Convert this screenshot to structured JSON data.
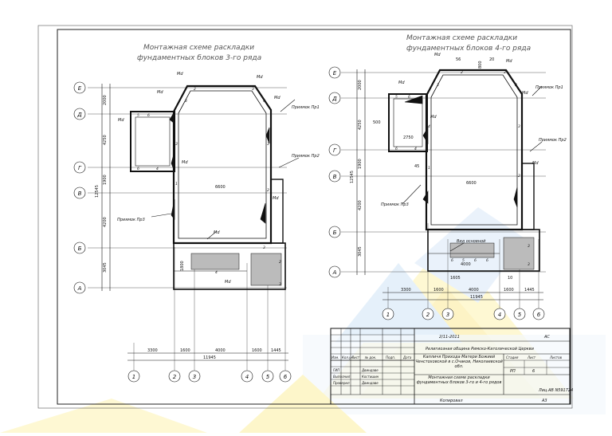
{
  "sheet": {
    "left_title_line1": "Монтажная схеме раскладки",
    "left_title_line2": "фундаментных блоков 3-го ряда",
    "right_title_line1": "Монтажная схеме раскладки",
    "right_title_line2": "фундаментных блоков 4-го ряда"
  },
  "plan3": {
    "axes_letters": [
      "Е",
      "Д",
      "Г",
      "В",
      "Б",
      "А"
    ],
    "axes_numbers": [
      "1",
      "2",
      "3",
      "4",
      "5",
      "6"
    ],
    "vertical_dims": [
      "2000",
      "4250",
      "1900",
      "4200",
      "3045"
    ],
    "side_dim": "12545",
    "bottom_dims": [
      "3300",
      "1600",
      "4000",
      "1600",
      "1445"
    ],
    "total_dim": "11945",
    "inner_dim": "6600",
    "small_dim": "1800",
    "labels": {
      "md": "Мd",
      "pr1": "Приямок Пр1",
      "pr2": "Приямок Пр2",
      "pr3": "Приямок Пр3"
    }
  },
  "plan4": {
    "axes_letters": [
      "Е",
      "Д",
      "Г",
      "В",
      "Б",
      "А"
    ],
    "axes_numbers": [
      "1",
      "2",
      "3",
      "4",
      "5",
      "6"
    ],
    "vertical_dims": [
      "2000",
      "4250",
      "1900",
      "4200",
      "3045"
    ],
    "side_dim": "12545",
    "bottom_dims": [
      "3300",
      "1600",
      "4000",
      "1600",
      "1445"
    ],
    "total_dim": "11945",
    "inner_dim": "6600",
    "dim_2750": "2750",
    "dim_500": "500",
    "dim_4000": "4000",
    "dim_1605": "1605",
    "dim_56": "56",
    "dim_20": "20",
    "dim_800": "800",
    "dim_45": "45",
    "dim_10": "10",
    "labels": {
      "md": "Мd",
      "pr1": "Приямок Пр1",
      "pr2": "Приямок Пр2",
      "pr3": "Приямок Пр3",
      "view": "Вид основной"
    }
  },
  "stamp": {
    "doc_code": "2/11-2011",
    "stage_code": "АС",
    "org": "Религиозная община Римско-Католической Церкви",
    "col_headers": [
      "Изм.",
      "Кол.уч",
      "Лист",
      "№ док.",
      "Подп.",
      "Дата"
    ],
    "roles": [
      "ГИП",
      "Выполнил",
      "Проверил"
    ],
    "names": [
      "Двиндаве",
      "Костишин",
      "Двиндаве"
    ],
    "project": "Капличя Прихода Матери Божией Ченстоховской в с.Очаков, Николаевской обл.",
    "sheet_title": "Монтажная схеме раскладки фундаментных блоков 3-го и 4-го рядов",
    "stage_hdr": "Стадия",
    "sheet_hdr": "Лист",
    "sheets_hdr": "Листов",
    "stage": "РП",
    "sheet_no": "6",
    "license": "Лиц.АВ N591724",
    "copied": "Копировал",
    "format": "А3"
  }
}
